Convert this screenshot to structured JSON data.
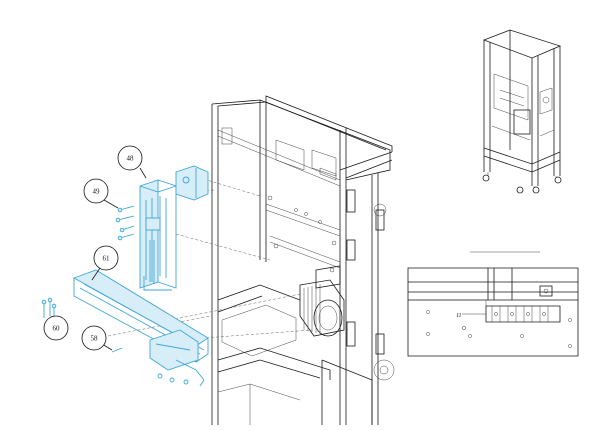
{
  "drawing": {
    "callouts": [
      {
        "id": "48",
        "label": "48"
      },
      {
        "id": "49",
        "label": "49"
      },
      {
        "id": "61",
        "label": "61"
      },
      {
        "id": "60",
        "label": "60"
      },
      {
        "id": "58",
        "label": "58"
      }
    ],
    "detail_inset": {
      "label": "11"
    },
    "highlight_color": "#3ea7d8",
    "line_color": "#1a1a1a"
  }
}
